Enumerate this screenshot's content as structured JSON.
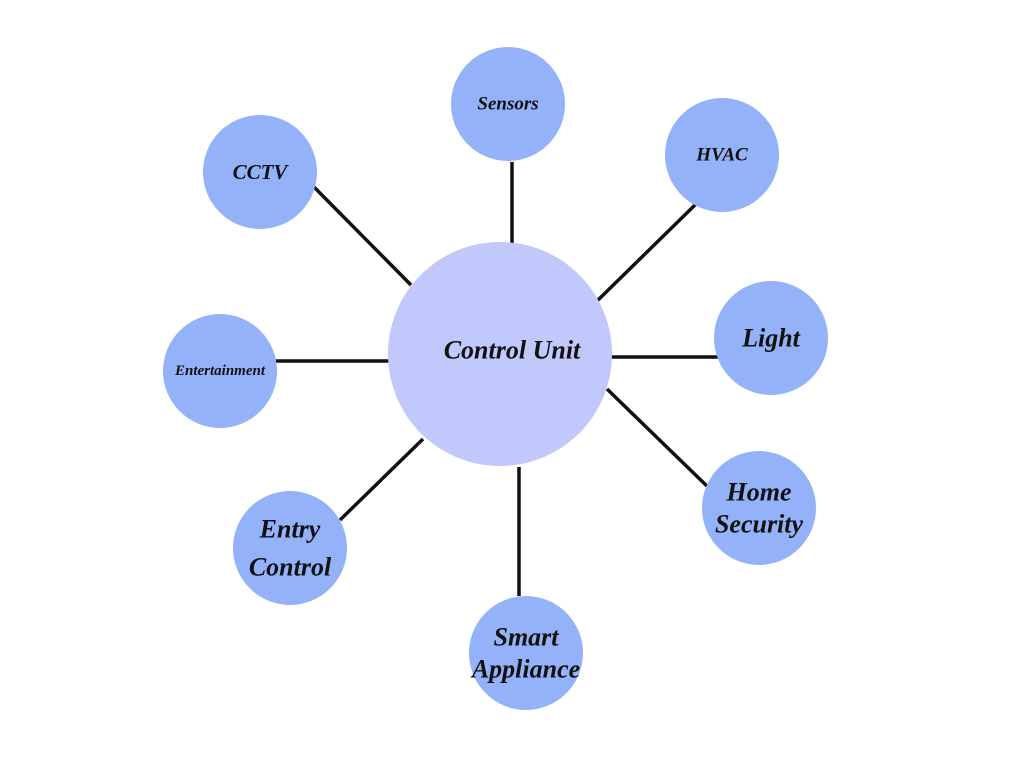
{
  "diagram": {
    "center": {
      "label_lines": [
        "Control Unit"
      ],
      "fill": "#c1c8fb"
    },
    "nodes": [
      {
        "id": "sensors",
        "label_lines": [
          "Sensors"
        ]
      },
      {
        "id": "hvac",
        "label_lines": [
          "HVAC"
        ]
      },
      {
        "id": "light",
        "label_lines": [
          "Light"
        ]
      },
      {
        "id": "home-security",
        "label_lines": [
          "Home",
          "Security"
        ]
      },
      {
        "id": "smart-appliance",
        "label_lines": [
          "Smart",
          "Appliance"
        ]
      },
      {
        "id": "entry-control",
        "label_lines": [
          "Entry",
          "Control"
        ]
      },
      {
        "id": "entertainment",
        "label_lines": [
          "Entertainment"
        ]
      },
      {
        "id": "cctv",
        "label_lines": [
          "CCTV"
        ]
      }
    ],
    "node_fill": "#93b2f9",
    "connector_color": "#111111"
  }
}
